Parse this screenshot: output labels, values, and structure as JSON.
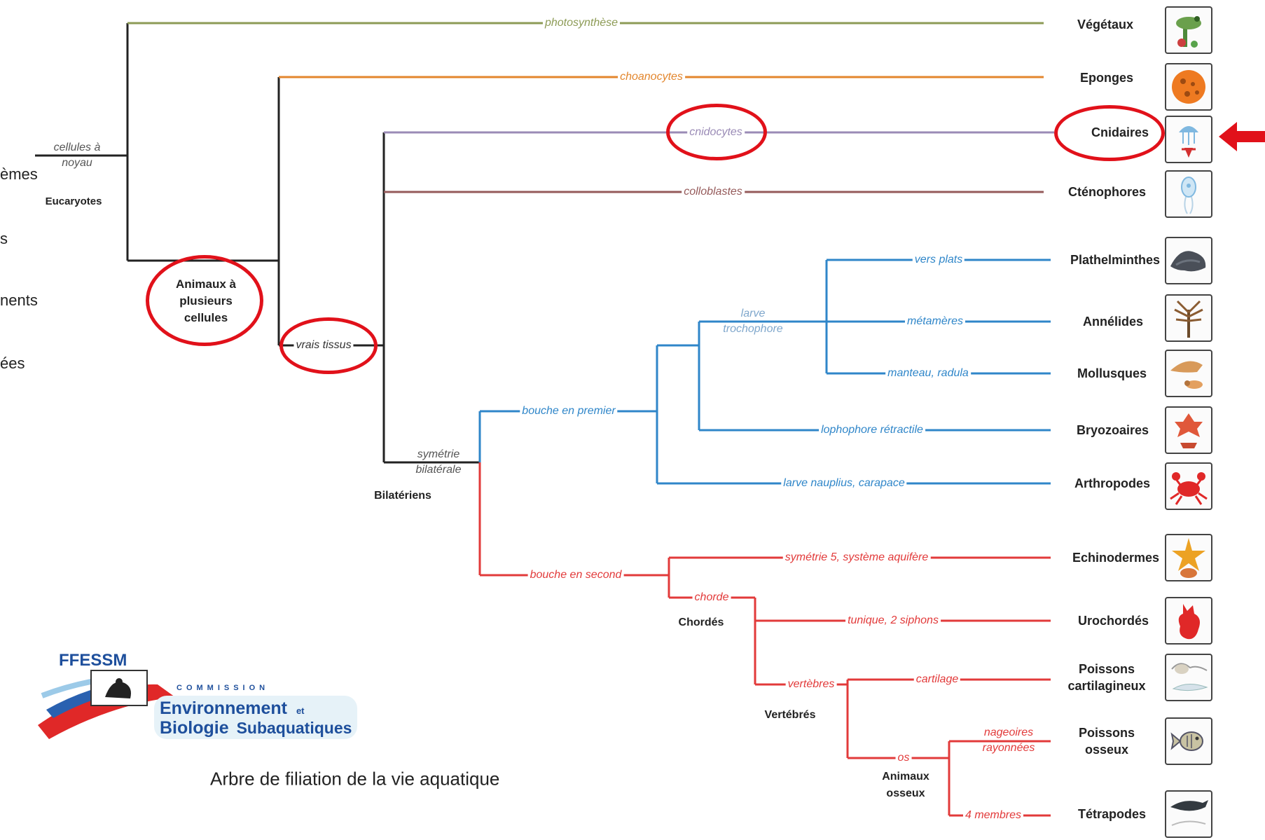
{
  "colors": {
    "trunk": "#222222",
    "plants": "#8d9b56",
    "sponges": "#e3862d",
    "cnidaria": "#9a8bb6",
    "ctenophora": "#955a5a",
    "protostomes": "#2f86c9",
    "deuterostomes": "#e23a3a",
    "highlight": "#e1111a"
  },
  "fragments": [
    "èmes",
    "s",
    "nents",
    "ées"
  ],
  "root_clade": {
    "label": "Eucaryotes",
    "trait": "cellules à noyau"
  },
  "clades": {
    "multicellular": "Animaux à plusieurs cellules",
    "bilaterians": "Bilatériens",
    "chordates": "Chordés",
    "vertebrates": "Vertébrés",
    "bony": "Animaux osseux"
  },
  "traits": {
    "photosynthese": "photosynthèse",
    "choanocytes": "choanocytes",
    "cnidocytes": "cnidocytes",
    "colloblastes": "colloblastes",
    "vrais_tissus": "vrais tissus",
    "symetrie_bilaterale": "symétrie bilatérale",
    "bouche_premier": "bouche en premier",
    "larve_trochophore": "larve trochophore",
    "vers_plats": "vers plats",
    "metameres": "métamères",
    "manteau_radula": "manteau, radula",
    "lophophore": "lophophore rétractile",
    "nauplius": "larve nauplius, carapace",
    "bouche_second": "bouche en second",
    "symetrie5": "symétrie 5, système aquifère",
    "chorde": "chorde",
    "tunique": "tunique, 2 siphons",
    "vertebres": "vertèbres",
    "cartilage": "cartilage",
    "os": "os",
    "nageoires": "nageoires rayonnées",
    "membres": "4 membres"
  },
  "leaves": {
    "vegetaux": "Végétaux",
    "eponges": "Eponges",
    "cnidaires": "Cnidaires",
    "ctenophores": "Cténophores",
    "plathelminthes": "Plathelminthes",
    "annelides": "Annélides",
    "mollusques": "Mollusques",
    "bryozoaires": "Bryozoaires",
    "arthropodes": "Arthropodes",
    "echinodermes": "Echinodermes",
    "urochordes": "Urochordés",
    "poissons_cartilagineux": "Poissons cartilagineux",
    "poissons_osseux": "Poissons osseux",
    "tetrapodes": "Tétrapodes"
  },
  "icons": [
    "frog-plant-icon",
    "sponge-icon",
    "jellyfish-icon",
    "comb-jelly-icon",
    "flatworm-icon",
    "annelid-icon",
    "shell-icon",
    "bryozoan-icon",
    "crab-icon",
    "starfish-icon",
    "sea-squirt-icon",
    "ray-icon",
    "fish-icon",
    "dolphin-icon"
  ],
  "logo": {
    "org": "FFESSM",
    "commission": "COMMISSION",
    "line1": "Environnement",
    "line1_small": "et",
    "line2": "Biologie",
    "line2_small": "Subaquatiques"
  },
  "caption": "Arbre de filiation de la vie aquatique"
}
